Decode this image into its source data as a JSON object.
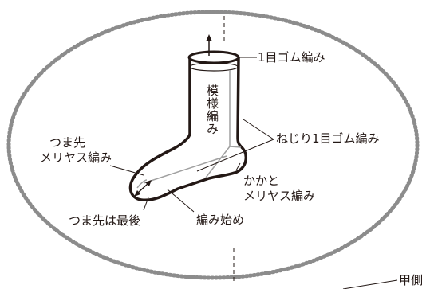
{
  "labels": {
    "rib_cuff": "1目ゴム編み",
    "pattern": "模様編み",
    "twisted_rib": "ねじり1目ゴム編み",
    "toe_line1": "つま先",
    "toe_line2": "メリヤス編み",
    "heel_line1": "かかと",
    "heel_line2": "メリヤス編み",
    "toe_last": "つま先は最後",
    "cast_on": "編み始め",
    "instep": "甲側"
  },
  "colors": {
    "ink": "#231815",
    "dotted_oval": "#8c8c8c",
    "guide_line": "#a0a0a0"
  },
  "icons": [
    "up-arrow-icon",
    "double-arrow-icon"
  ]
}
